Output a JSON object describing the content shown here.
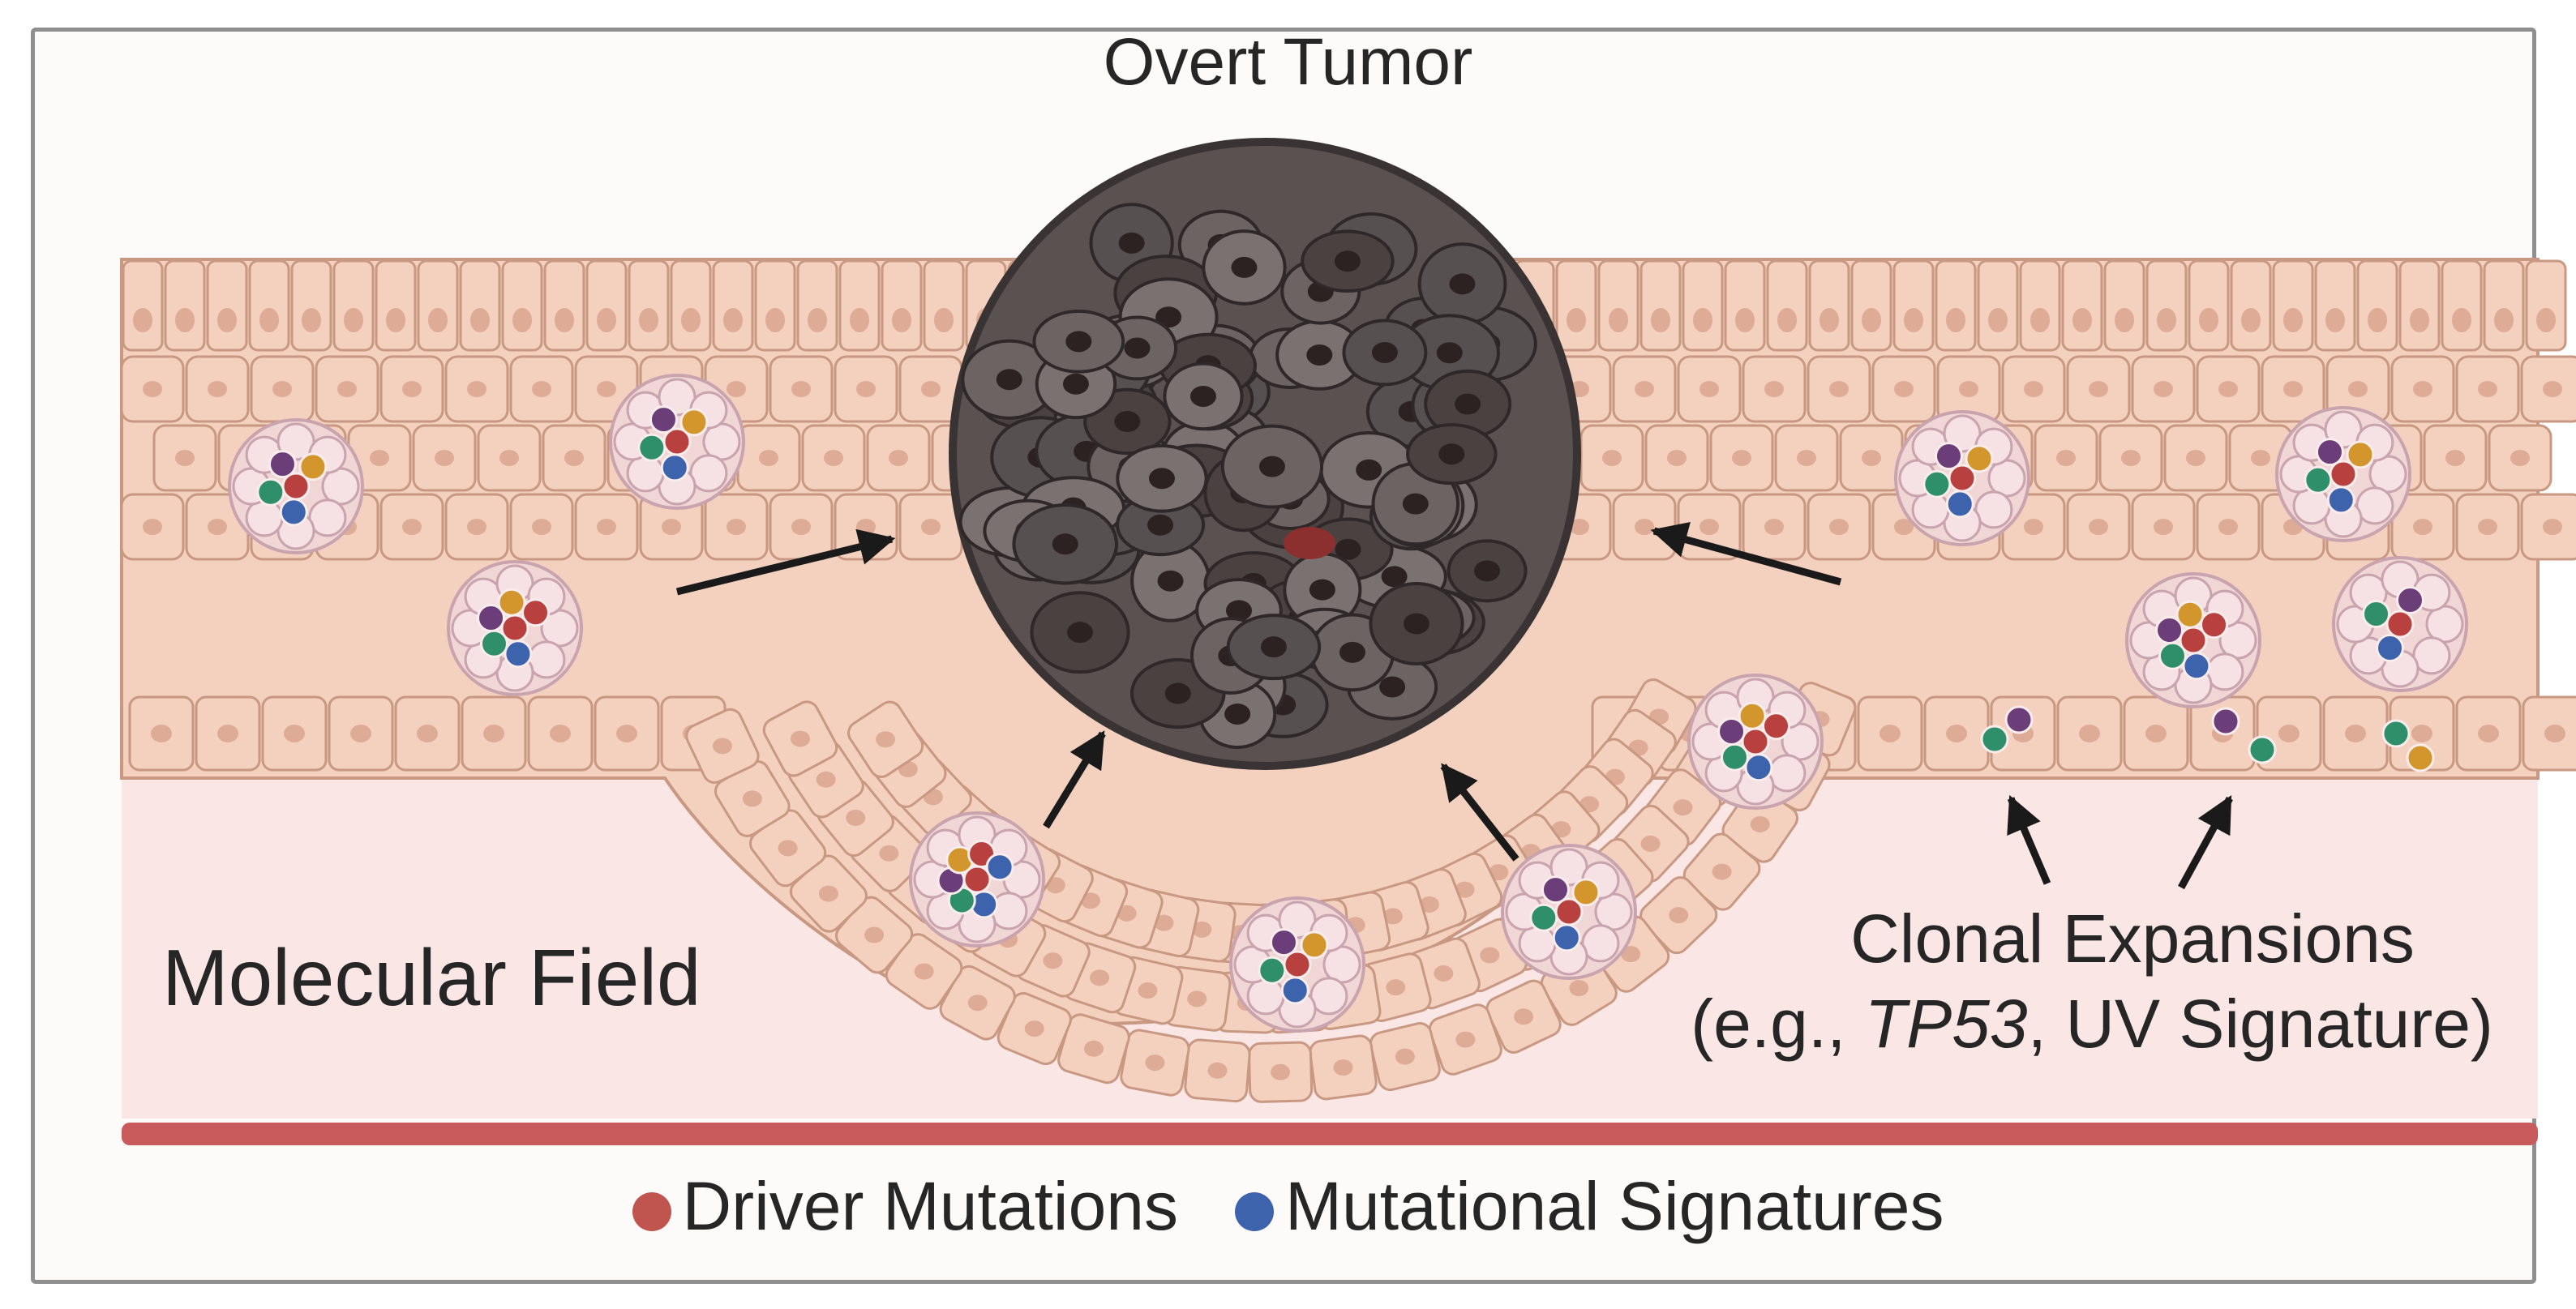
{
  "title": "Overt Tumor",
  "field_label": "Molecular Field",
  "clonal": {
    "line1": "Clonal Expansions",
    "line2_prefix": "(e.g., ",
    "line2_gene": "TP53",
    "line2_suffix": ", UV Signature)"
  },
  "legend": {
    "driver": {
      "label": "Driver Mutations",
      "color": "#c0544f"
    },
    "signature": {
      "label": "Mutational Signatures",
      "color": "#3d63ad"
    }
  },
  "colors": {
    "tissue": "#f4d0be",
    "cell_border": "#c89883",
    "nucleus": "#deac96",
    "tumor": "#5a5251",
    "tumor_nucleus": "#2c2222",
    "basement": "#c95a5c",
    "stroma": "#fae6e4"
  },
  "mutation_palette": [
    "#b8413f",
    "#3d63ad",
    "#2f8f6b",
    "#6b3e7a",
    "#d2962d"
  ]
}
